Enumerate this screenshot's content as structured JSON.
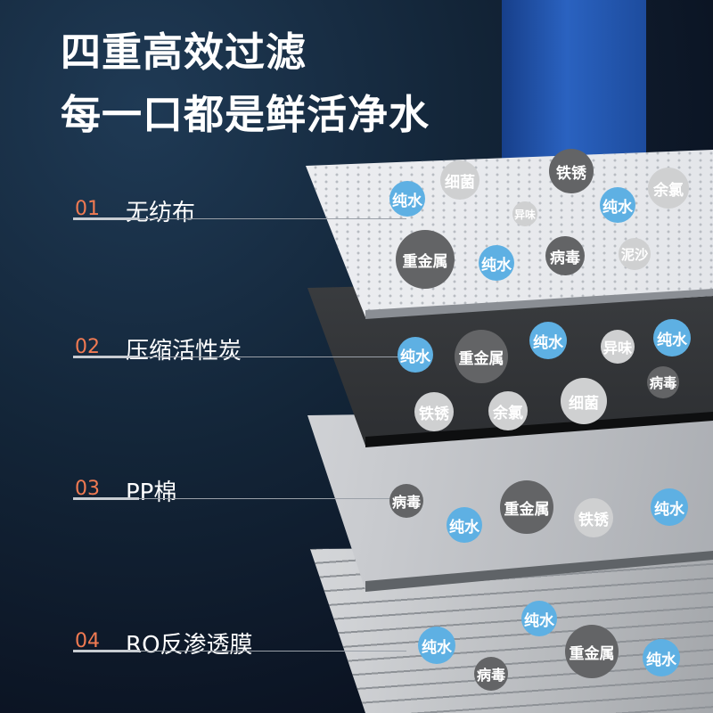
{
  "headline": {
    "line1": "四重高效过滤",
    "line2": "每一口都是鲜活净水"
  },
  "colors": {
    "accent": "#f07a52",
    "blue": "#5eb0e3",
    "dark": "#636466",
    "light": "#cfd0d1"
  },
  "stages": [
    {
      "num": "01",
      "label": "无纺布",
      "bubbles": [
        "纯水",
        "细菌",
        "铁锈",
        "余氯",
        "纯水",
        "异味",
        "重金属",
        "纯水",
        "病毒",
        "泥沙"
      ]
    },
    {
      "num": "02",
      "label": "压缩活性炭",
      "bubbles": [
        "纯水",
        "重金属",
        "纯水",
        "异味",
        "纯水",
        "病毒",
        "铁锈",
        "余氯",
        "细菌"
      ]
    },
    {
      "num": "03",
      "label": "PP棉",
      "bubbles": [
        "病毒",
        "纯水",
        "重金属",
        "铁锈",
        "纯水"
      ]
    },
    {
      "num": "04",
      "label": "RO反渗透膜",
      "bubbles": [
        "纯水",
        "纯水",
        "病毒",
        "重金属",
        "纯水"
      ]
    }
  ]
}
